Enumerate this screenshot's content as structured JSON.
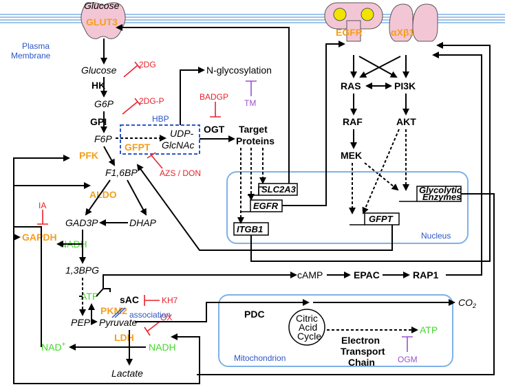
{
  "membrane": {
    "label_line1": "Plasma",
    "label_line2": "Membrane"
  },
  "receptors": {
    "glut3": "GLUT3",
    "egfr": "EGFR",
    "integrin": "αXβ1"
  },
  "metabolites": {
    "glucose_out": "Glucose",
    "glucose_in": "Glucose",
    "g6p": "G6P",
    "f6p": "F6P",
    "f16bp": "F1,6BP",
    "gad3p": "GAD3P",
    "dhap": "DHAP",
    "bpg13": "1,3BPG",
    "pep": "PEP",
    "pyruvate": "Pyruvate",
    "lactate": "Lactate",
    "udp": "UDP-",
    "glcnac": "GlcNAc",
    "nglyco": "N-glycosylation",
    "camp": "cAMP",
    "co2": "CO",
    "co2_sub": "2"
  },
  "enzymes": {
    "hk": "HK",
    "gpi": "GPI",
    "pfk": "PFK",
    "aldo": "ALDO",
    "gapdh": "GAPDH",
    "pkm2": "PKM2",
    "ldh": "LDH",
    "gfpt": "GFPT",
    "ogt": "OGT",
    "sac": "sAC",
    "pdc": "PDC",
    "epac": "EPAC",
    "rap1": "RAP1"
  },
  "cofactors": {
    "nadh1": "NADH",
    "atp1": "ATP",
    "nad": "NAD",
    "nad_sup": "+",
    "nadh2": "NADH",
    "atp2": "ATP"
  },
  "inhibitors": {
    "dg": "2DG",
    "dgp": "2DG-P",
    "badgp": "BADGP",
    "tm": "TM",
    "azs": "AZS / DON",
    "ia": "IA",
    "kh7": "KH7",
    "ox": "OX",
    "ogm": "OGM"
  },
  "labels": {
    "hbp": "HBP",
    "target_proteins_1": "Target",
    "target_proteins_2": "Proteins",
    "association": "association"
  },
  "signaling": {
    "ras": "RAS",
    "pi3k": "PI3K",
    "raf": "RAF",
    "akt": "AKT",
    "mek": "MEK"
  },
  "genes": {
    "slc2a3": "SLC2A3",
    "egfr": "EGFR",
    "itgb1": "ITGB1",
    "gfpt": "GFPT",
    "glyco1": "Glycolytic",
    "glyco2": "Enzymes"
  },
  "compartments": {
    "nucleus": "Nucleus",
    "mito": "Mitochondrion",
    "tca1": "Citric",
    "tca2": "Acid",
    "tca3": "Cycle",
    "etc1": "Electron",
    "etc2": "Transport",
    "etc3": "Chain"
  },
  "colors": {
    "orange": "#f59e1b",
    "green": "#44d62c",
    "red": "#e8212b",
    "purple": "#9b4fcf",
    "blue": "#2a55c7",
    "receptor_fill": "#f3c6d6",
    "membrane": "#7fb0e6"
  }
}
